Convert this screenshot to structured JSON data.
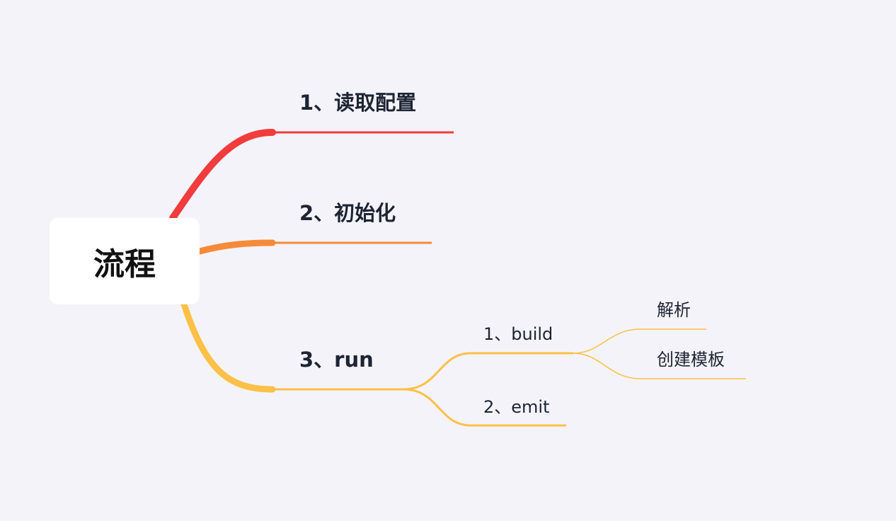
{
  "root": {
    "label": "流程"
  },
  "branches": [
    {
      "label": "1、读取配置",
      "color": "#f03c3c"
    },
    {
      "label": "2、初始化",
      "color": "#f58a3a"
    },
    {
      "label": "3、run",
      "color": "#fbc048",
      "children": [
        {
          "label": "1、build",
          "children": [
            {
              "label": "解析"
            },
            {
              "label": "创建模板"
            }
          ]
        },
        {
          "label": "2、emit"
        }
      ]
    }
  ]
}
